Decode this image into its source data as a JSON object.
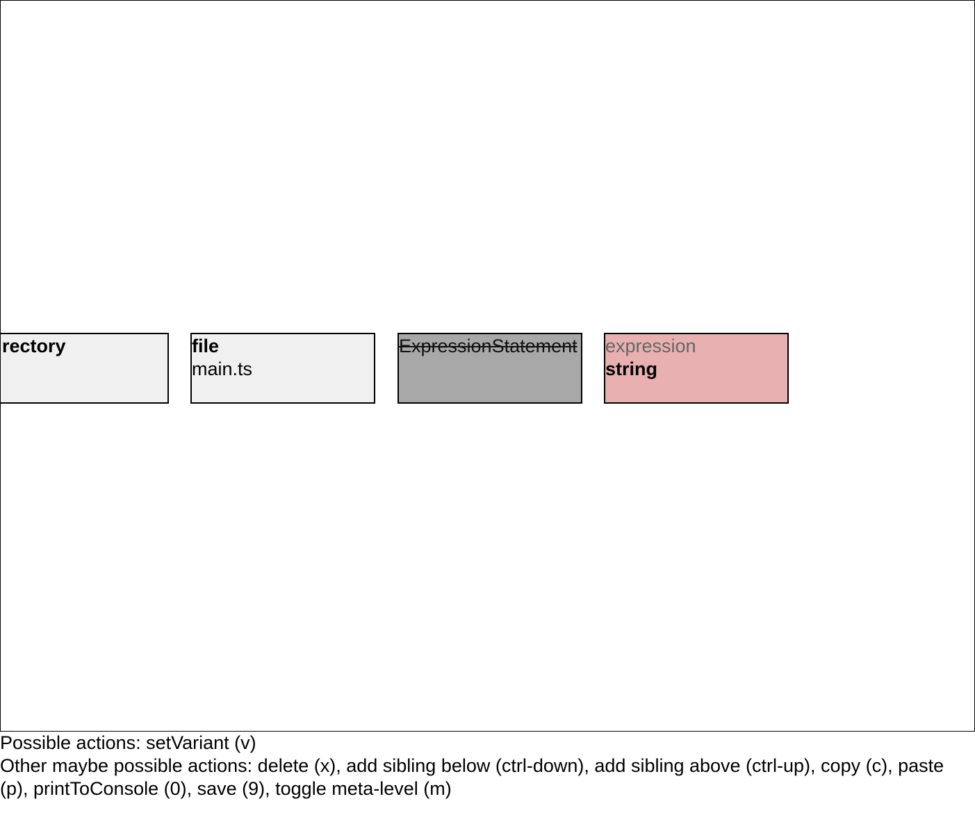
{
  "nodes": [
    {
      "kind": "rectory",
      "value": ""
    },
    {
      "kind": "file",
      "value": "main.ts"
    },
    {
      "kind": "ExpressionStatement",
      "value": ""
    },
    {
      "kind": "expression",
      "value": "string"
    }
  ],
  "actions": {
    "possible": "Possible actions: setVariant (v)",
    "other": "Other maybe possible actions: delete (x), add sibling below (ctrl-down), add sibling above (ctrl-up), copy (c), paste (p), printToConsole (0), save (9), toggle meta-level (m)"
  },
  "colors": {
    "default_node": "#f0f0f0",
    "disabled_node": "#a8a8a8",
    "selected_node": "#e8b0b0",
    "border": "#000000"
  }
}
